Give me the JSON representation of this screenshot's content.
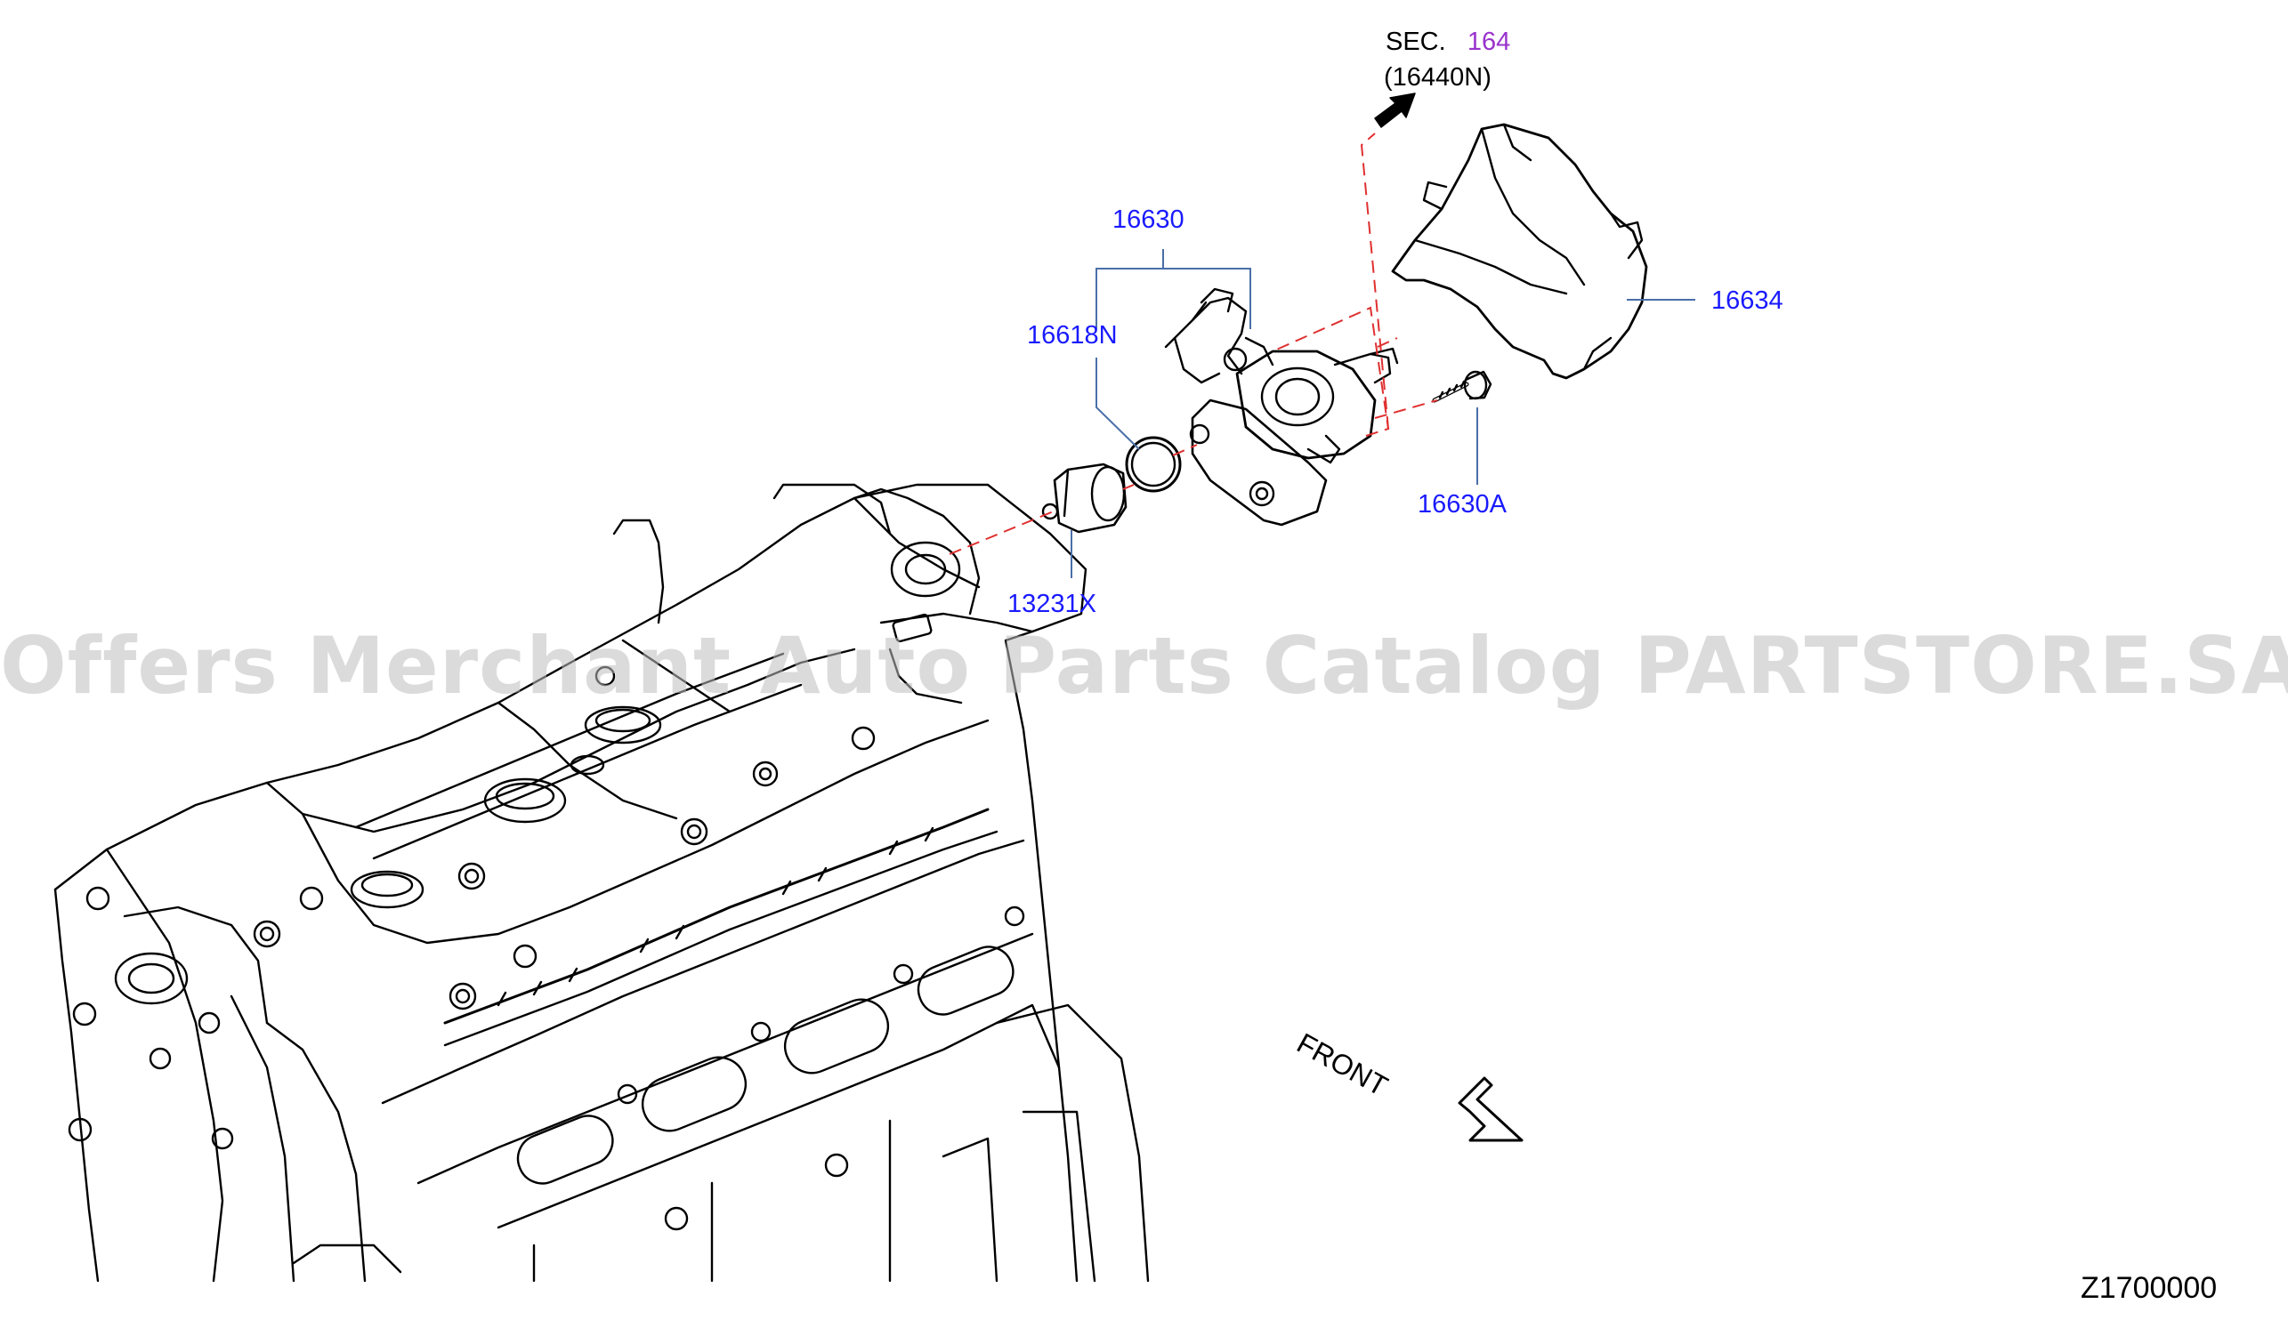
{
  "section_ref": {
    "prefix": "SEC.",
    "number": "164",
    "part": "(16440N)"
  },
  "labels": {
    "assembly": "16630",
    "o_ring": "16618N",
    "shield": "16634",
    "bolt": "16630A",
    "lifter": "13231X"
  },
  "direction": "FRONT",
  "watermark": "Offers Merchant Auto Parts Catalog PARTSTORE.SA",
  "diagram_code": "Z1700000",
  "colors": {
    "callout": "#1a1aff",
    "section_link": "#9933cc",
    "leader": "#4a6fa8",
    "dashed": "#e03030",
    "line_art": "#000000"
  }
}
